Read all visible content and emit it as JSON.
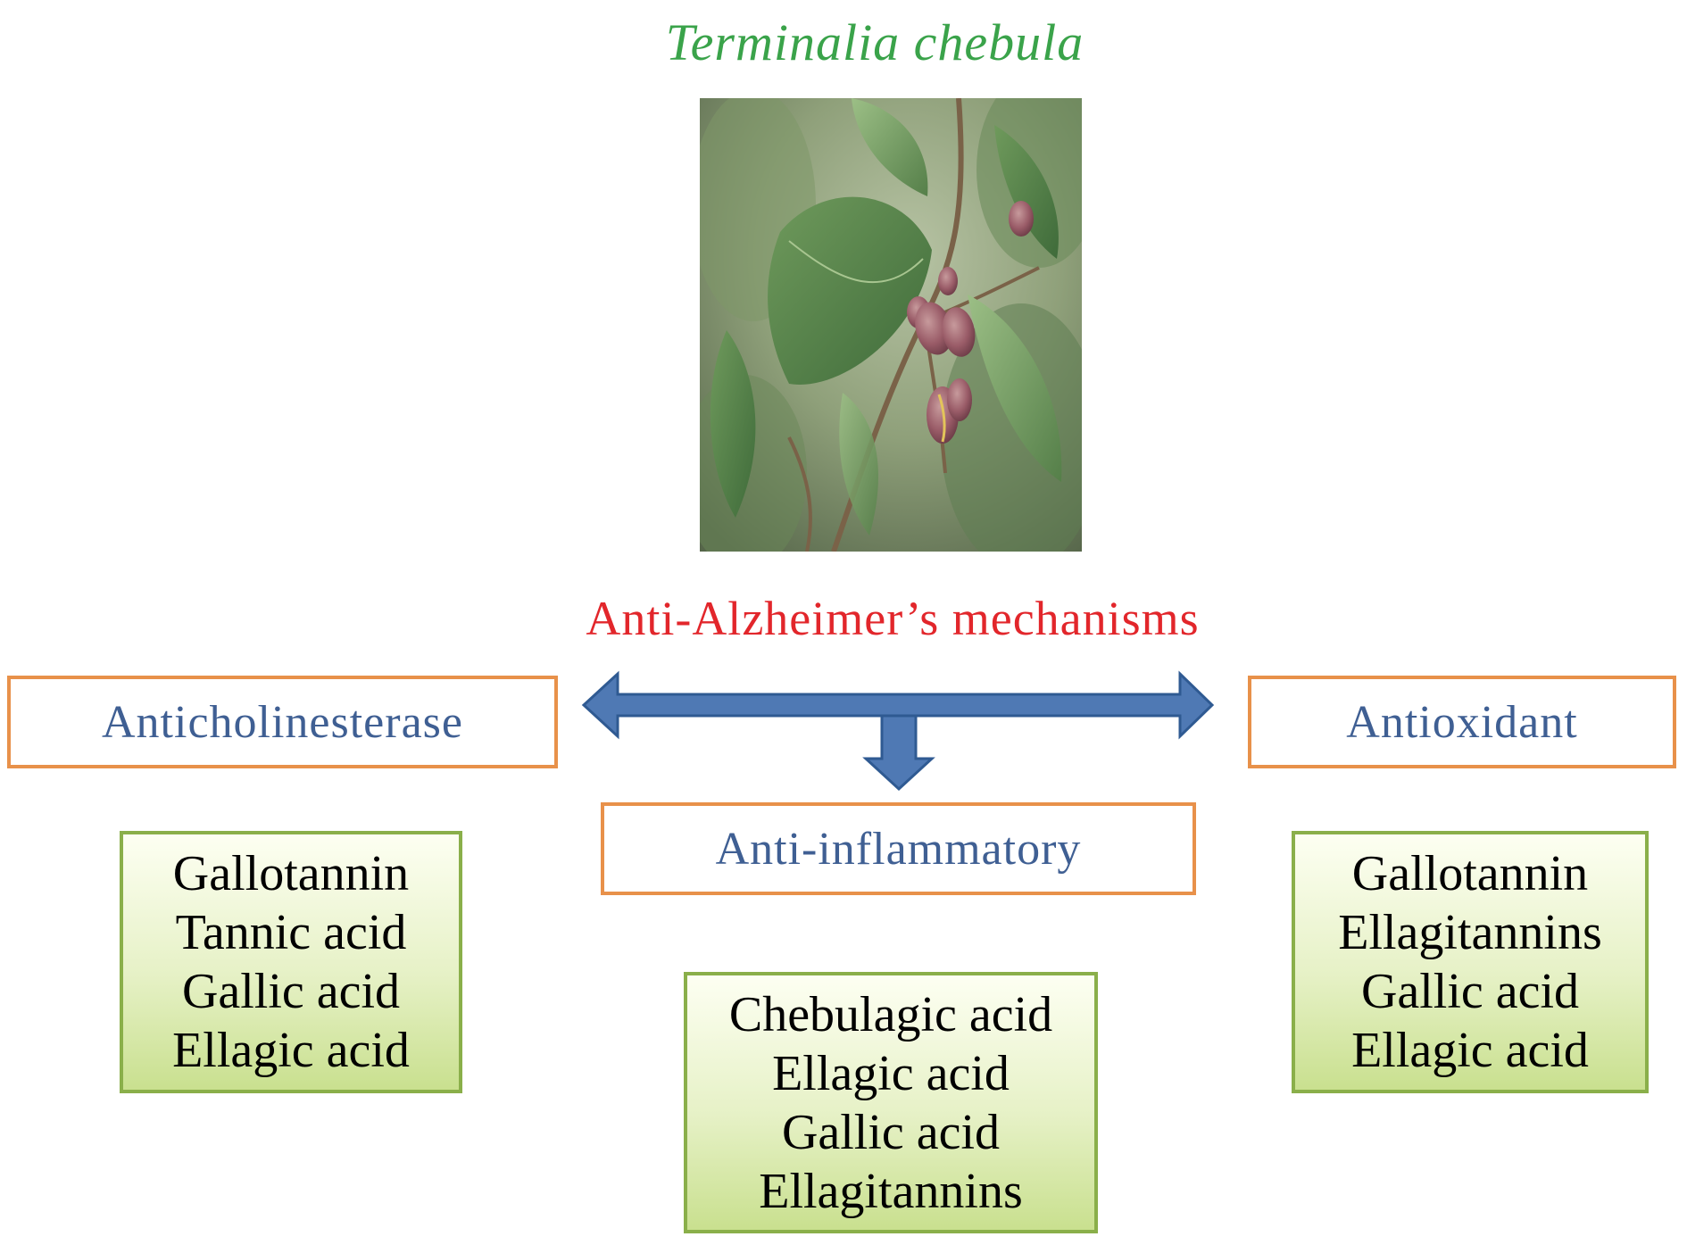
{
  "title": {
    "text": "Terminalia chebula",
    "color": "#3aa34a"
  },
  "photo": {
    "icon": "terminalia-chebula-plant-photo"
  },
  "mechanisms": {
    "heading": "Anti-Alzheimer’s mechanisms",
    "heading_color": "#e2262b",
    "label_color": "#3f5f93",
    "box_border_color": "#e8914a",
    "arrow_color": "#4f79b4",
    "items": [
      {
        "label": "Anticholinesterase",
        "compounds": [
          "Gallotannin",
          "Tannic acid",
          "Gallic acid",
          "Ellagic acid"
        ]
      },
      {
        "label": "Anti-inflammatory",
        "compounds": [
          "Chebulagic acid",
          "Ellagic acid",
          "Gallic acid",
          "Ellagitannins"
        ]
      },
      {
        "label": "Antioxidant",
        "compounds": [
          "Gallotannin",
          "Ellagitannins",
          "Gallic acid",
          "Ellagic acid"
        ]
      }
    ]
  },
  "compound_box_border_color": "#8aaf4a"
}
